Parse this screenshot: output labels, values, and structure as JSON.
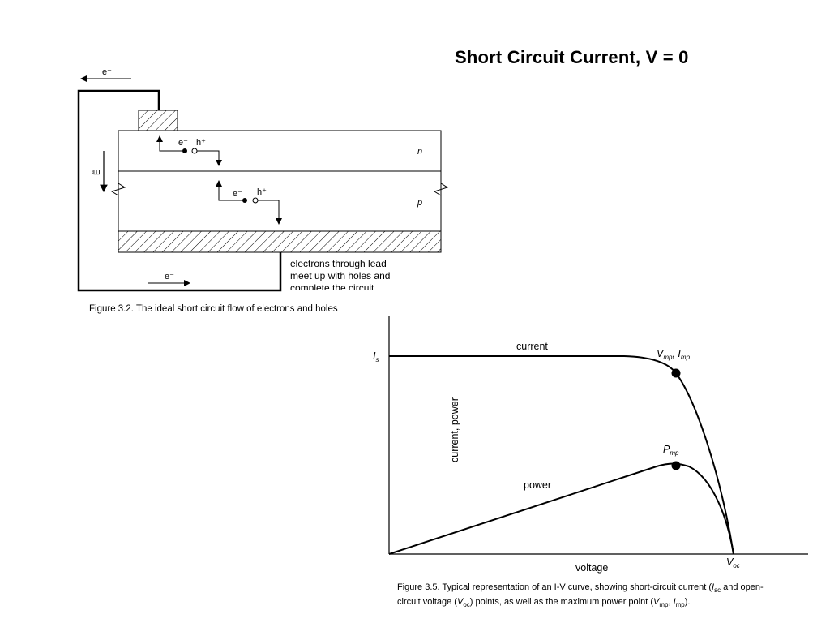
{
  "slide": {
    "title": "Short Circuit Current, V = 0"
  },
  "figure1": {
    "electron_top": "e⁻",
    "electron_bottom": "e⁻",
    "efield_label": "Ê",
    "n_label": "n",
    "p_label": "p",
    "pair1_e": "e⁻",
    "pair1_h": "h⁺",
    "pair2_e": "e⁻",
    "pair2_h": "h⁺",
    "note_lines": [
      "electrons through lead",
      "meet up with holes and",
      "complete the circuit"
    ],
    "caption": "Figure 3.2. The ideal short circuit flow of electrons and holes"
  },
  "figure2": {
    "ylabel": "current, power",
    "xlabel": "voltage",
    "isc_label": "I",
    "isc_sub": "s",
    "voc_label": "V",
    "voc_sub": "oc",
    "current_label": "current",
    "power_label": "power",
    "mpp_current_label_v": "V",
    "mpp_current_label_v_sub": "mp",
    "mpp_current_label_sep": ", ",
    "mpp_current_label_i": "I",
    "mpp_current_label_i_sub": "mp",
    "mpp_power_label": "P",
    "mpp_power_sub": "mp",
    "caption_parts": {
      "a": "Figure 3.5. Typical representation of an I-V curve, showing short-circuit current (",
      "isc": "I",
      "isc_sub": "sc",
      "b": " and open-circuit voltage (",
      "voc": "V",
      "voc_sub": "oc",
      "c": ") points, as well as the maximum power point (",
      "vmp": "V",
      "vmp_sub": "mp",
      "d": ", ",
      "imp": "I",
      "imp_sub": "mp",
      "e": ")."
    }
  }
}
